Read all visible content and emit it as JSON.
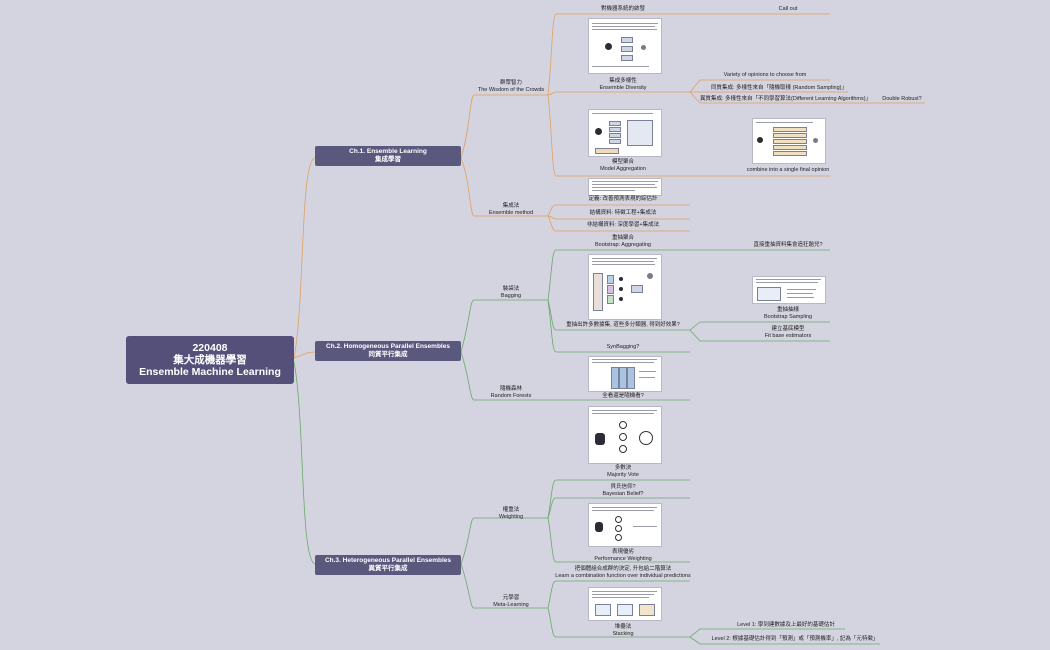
{
  "root": {
    "date": "220408",
    "title_zh": "集大成機器學習",
    "title_en": "Ensemble Machine Learning"
  },
  "chapters": [
    {
      "title": "Ch.1. Ensemble Learning",
      "subtitle": "集成學習"
    },
    {
      "title": "Ch.2. Homogeneous Parallel Ensembles",
      "subtitle": "同質平行集成"
    },
    {
      "title": "Ch.3. Heterogeneous Parallel Ensembles",
      "subtitle": "異質平行集成"
    }
  ],
  "ch1": {
    "wisdom": {
      "zh": "群眾智力",
      "en": "The Wisdom of the Crowds"
    },
    "crowd_note": "對機器系統的啟發",
    "callout": "Call out",
    "diversity": {
      "zh": "集成多樣性",
      "en": "Ensemble Diversity"
    },
    "variety": "Variety of opinions to choose from",
    "homog": "同質集成: 多樣性來自「隨機取樣 (Random Sampling)」",
    "heterog": "異質集成: 多樣性來自「不同學習算法(Different Learning Algorithms)」",
    "double_robust": "Double Robust?",
    "aggregation": {
      "zh": "模型聚合",
      "en": "Model Aggregation"
    },
    "combine": "combine into a single final opinion",
    "method": {
      "zh": "集成法",
      "en": "Ensemble method"
    },
    "definition": "定義: 改善預測表現的綜估計",
    "structured": "結構資料: 特徵工程+集成法",
    "unstructured": "非結構資料: 深度學習+集成法"
  },
  "ch2": {
    "bagging": {
      "zh": "裝袋法",
      "en": "Bagging"
    },
    "bootstrap_agg": {
      "zh": "重抽聚合",
      "en": "Bootstrap: Aggregating"
    },
    "direct_q": "直接重抽資料集會造狂題兒?",
    "big_q": "重抽出許多數據集, 道些多分類器, 得到好效果?",
    "bootstrap_sampling": {
      "zh": "重抽抽樣",
      "en": "Bootstrap Sampling"
    },
    "fit_base": {
      "zh": "建立基底模型",
      "en": "Fit base estimators"
    },
    "syn": "SynBagging?",
    "rf": {
      "zh": "隨機森林",
      "en": "Random Forests"
    },
    "rf_note": "全看還是隨機看?"
  },
  "ch3": {
    "majority": {
      "zh": "多數決",
      "en": "Majority Vote"
    },
    "weighting": {
      "zh": "權重法",
      "en": "Weighting"
    },
    "bayes": {
      "zh": "貝氏信仰?",
      "en": "Bayesian Belief?"
    },
    "performance": {
      "zh": "表現優劣",
      "en": "Performance Weighting"
    },
    "meta": {
      "zh": "元學習",
      "en": "Meta-Learning"
    },
    "learn_combo": {
      "zh": "把個體組合成群的決定, 升包給二階算法",
      "en": "Learn a combination function over individual predictions"
    },
    "stacking": {
      "zh": "堆疊法",
      "en": "Stacking"
    },
    "level1": "Level 1: 學到建數據及上最好的基礎估計",
    "level2": "Level 2: 根據基礎估計得到「預測」或「預測機率」, 記為「元特徵」"
  }
}
